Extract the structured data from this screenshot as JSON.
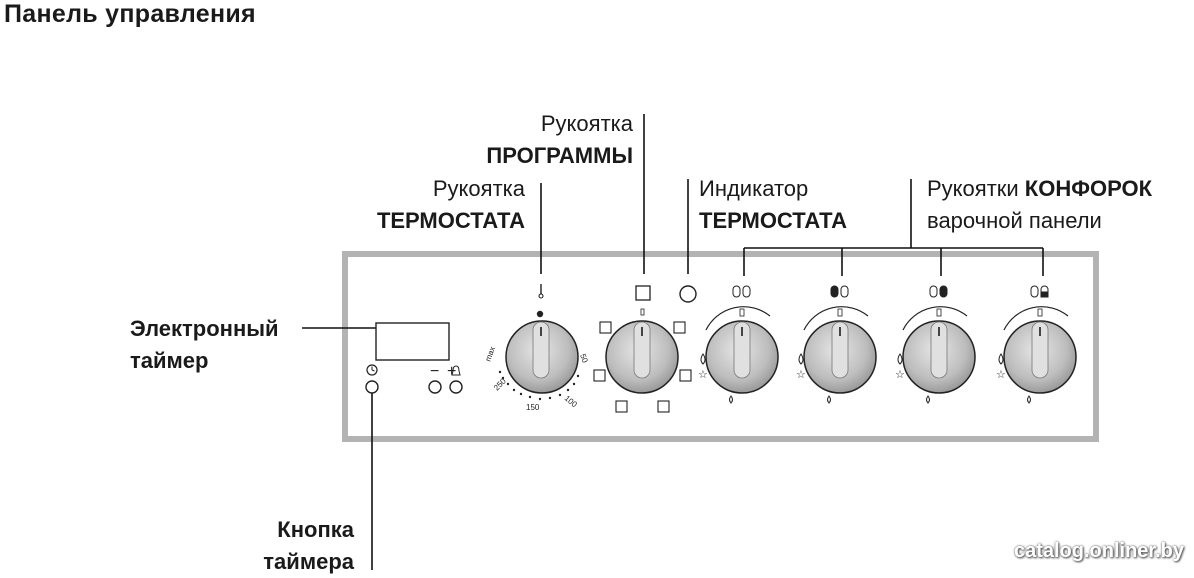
{
  "title": "Панель управления",
  "labels": {
    "program_knob": {
      "line1": "Рукоятка",
      "line2": "ПРОГРАММЫ"
    },
    "thermostat_knob": {
      "line1": "Рукоятка",
      "line2": "ТЕРМОСТАТА"
    },
    "thermostat_indicator": {
      "line1": "Индикатор",
      "line2": "ТЕРМОСТАТА"
    },
    "burner_knobs": {
      "line1_prefix": "Рукоятки ",
      "line1_bold": "КОНФОРОК",
      "line2": "варочной панели"
    },
    "electronic_timer": {
      "line1": "Электронный",
      "line2": "таймер"
    },
    "timer_button": {
      "line1": "Кнопка",
      "line2": "таймера"
    }
  },
  "thermostat_dial": {
    "marks": [
      "max",
      "250",
      "150",
      "100",
      "50"
    ]
  },
  "timer_controls": {
    "minus": "−",
    "plus": "+"
  },
  "watermark": "catalog.onliner.by"
}
